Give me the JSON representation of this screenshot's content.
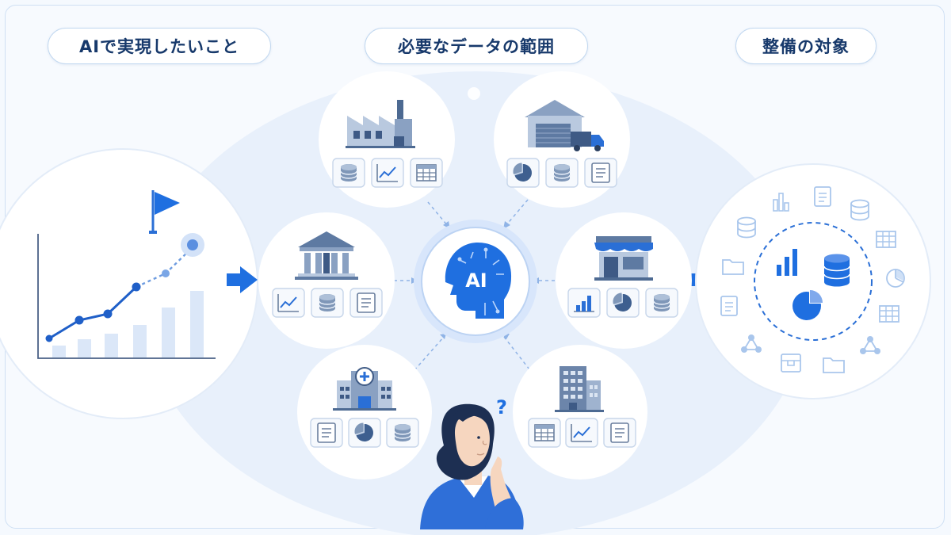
{
  "headers": {
    "goal": "AIで実現したいこと",
    "data_scope": "必要なデータの範囲",
    "target": "整備の対象"
  },
  "center": {
    "label": "AI"
  },
  "person": {
    "question_mark": "?"
  },
  "colors": {
    "primary": "#1f6fe0",
    "navy": "#17396b",
    "light_blue": "#d7e6fb",
    "icon_grey": "#5e7393"
  },
  "nodes": [
    {
      "name": "factory",
      "icons": [
        "database-icon",
        "line-chart-icon",
        "table-icon"
      ]
    },
    {
      "name": "warehouse",
      "icons": [
        "pie-chart-icon",
        "database-icon",
        "document-icon"
      ]
    },
    {
      "name": "bank",
      "icons": [
        "line-chart-icon",
        "database-icon",
        "document-icon"
      ]
    },
    {
      "name": "store",
      "icons": [
        "bar-chart-icon",
        "pie-chart-icon",
        "database-icon"
      ]
    },
    {
      "name": "hospital",
      "icons": [
        "document-icon",
        "pie-chart-icon",
        "database-icon"
      ]
    },
    {
      "name": "office-building",
      "icons": [
        "table-icon",
        "line-chart-icon",
        "document-icon"
      ]
    }
  ]
}
